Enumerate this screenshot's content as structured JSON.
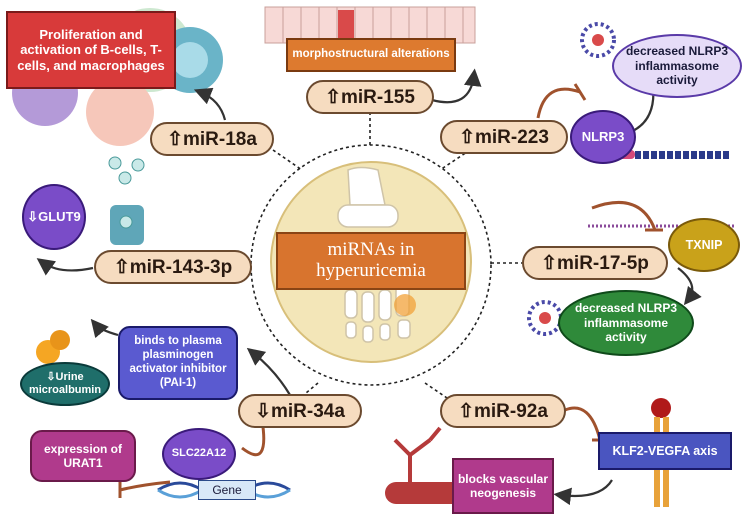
{
  "center": {
    "label_line1": "miRNAs in",
    "label_line2": "hyperuricemia"
  },
  "mirnas": {
    "mir155": "⇧miR-155",
    "mir18a": "⇧miR-18a",
    "mir223": "⇧miR-223",
    "mir143": "⇧miR-143-3p",
    "mir17": "⇧miR-17-5p",
    "mir34a": "⇩miR-34a",
    "mir92a": "⇧miR-92a"
  },
  "effects": {
    "proliferation": "Proliferation and activation of B-cells, T-cells, and macrophages",
    "morpho": "morphostructural alterations",
    "nlrp3_activity_top": "decreased NLRP3 inflammasome activity",
    "nlrp3": "NLRP3",
    "glut9": "⇩GLUT9",
    "txnip": "TXNIP",
    "nlrp3_activity_mid": "decreased NLRP3 inflammasome activity",
    "pai1": "binds to plasma plasminogen activator inhibitor (PAI-1)",
    "urine": "⇩Urine microalbumin",
    "urat1": "expression of URAT1",
    "slc22a12": "SLC22A12",
    "gene": "Gene",
    "klf2": "KLF2-VEGFA axis",
    "neogenesis": "blocks vascular neogenesis"
  },
  "colors": {
    "pill_fill": "#f6dcc0",
    "pill_border": "#6b4a2f",
    "red_box": "#d83a3a",
    "orange_box": "#dd7a2f",
    "purple": "#7a4cc8",
    "green": "#2f8a3a",
    "magenta": "#b03a8c",
    "blue_box": "#4a55c0",
    "dark_teal": "#1f6e6a"
  }
}
